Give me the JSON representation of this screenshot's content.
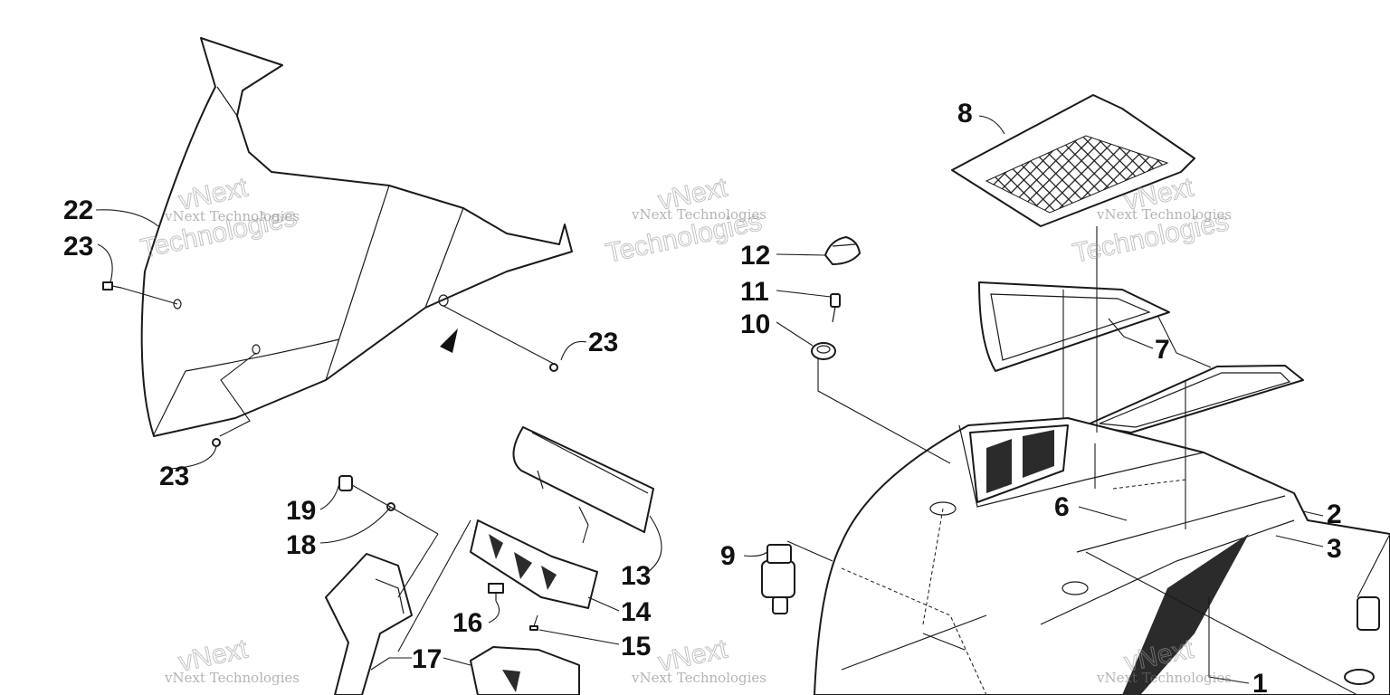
{
  "callouts": [
    {
      "id": "c8",
      "text": "8"
    },
    {
      "id": "c22",
      "text": "22"
    },
    {
      "id": "c23a",
      "text": "23"
    },
    {
      "id": "c23b",
      "text": "23"
    },
    {
      "id": "c23c",
      "text": "23"
    },
    {
      "id": "c12",
      "text": "12"
    },
    {
      "id": "c11",
      "text": "11"
    },
    {
      "id": "c10",
      "text": "10"
    },
    {
      "id": "c7",
      "text": "7"
    },
    {
      "id": "c6",
      "text": "6"
    },
    {
      "id": "c2",
      "text": "2"
    },
    {
      "id": "c3",
      "text": "3"
    },
    {
      "id": "c9",
      "text": "9"
    },
    {
      "id": "c19",
      "text": "19"
    },
    {
      "id": "c18",
      "text": "18"
    },
    {
      "id": "c13",
      "text": "13"
    },
    {
      "id": "c14",
      "text": "14"
    },
    {
      "id": "c16",
      "text": "16"
    },
    {
      "id": "c15",
      "text": "15"
    },
    {
      "id": "c17",
      "text": "17"
    },
    {
      "id": "c1",
      "text": "1"
    }
  ],
  "watermark": {
    "line1": "vNext Technologies",
    "line2": "Technologies",
    "corner": "vNext"
  }
}
